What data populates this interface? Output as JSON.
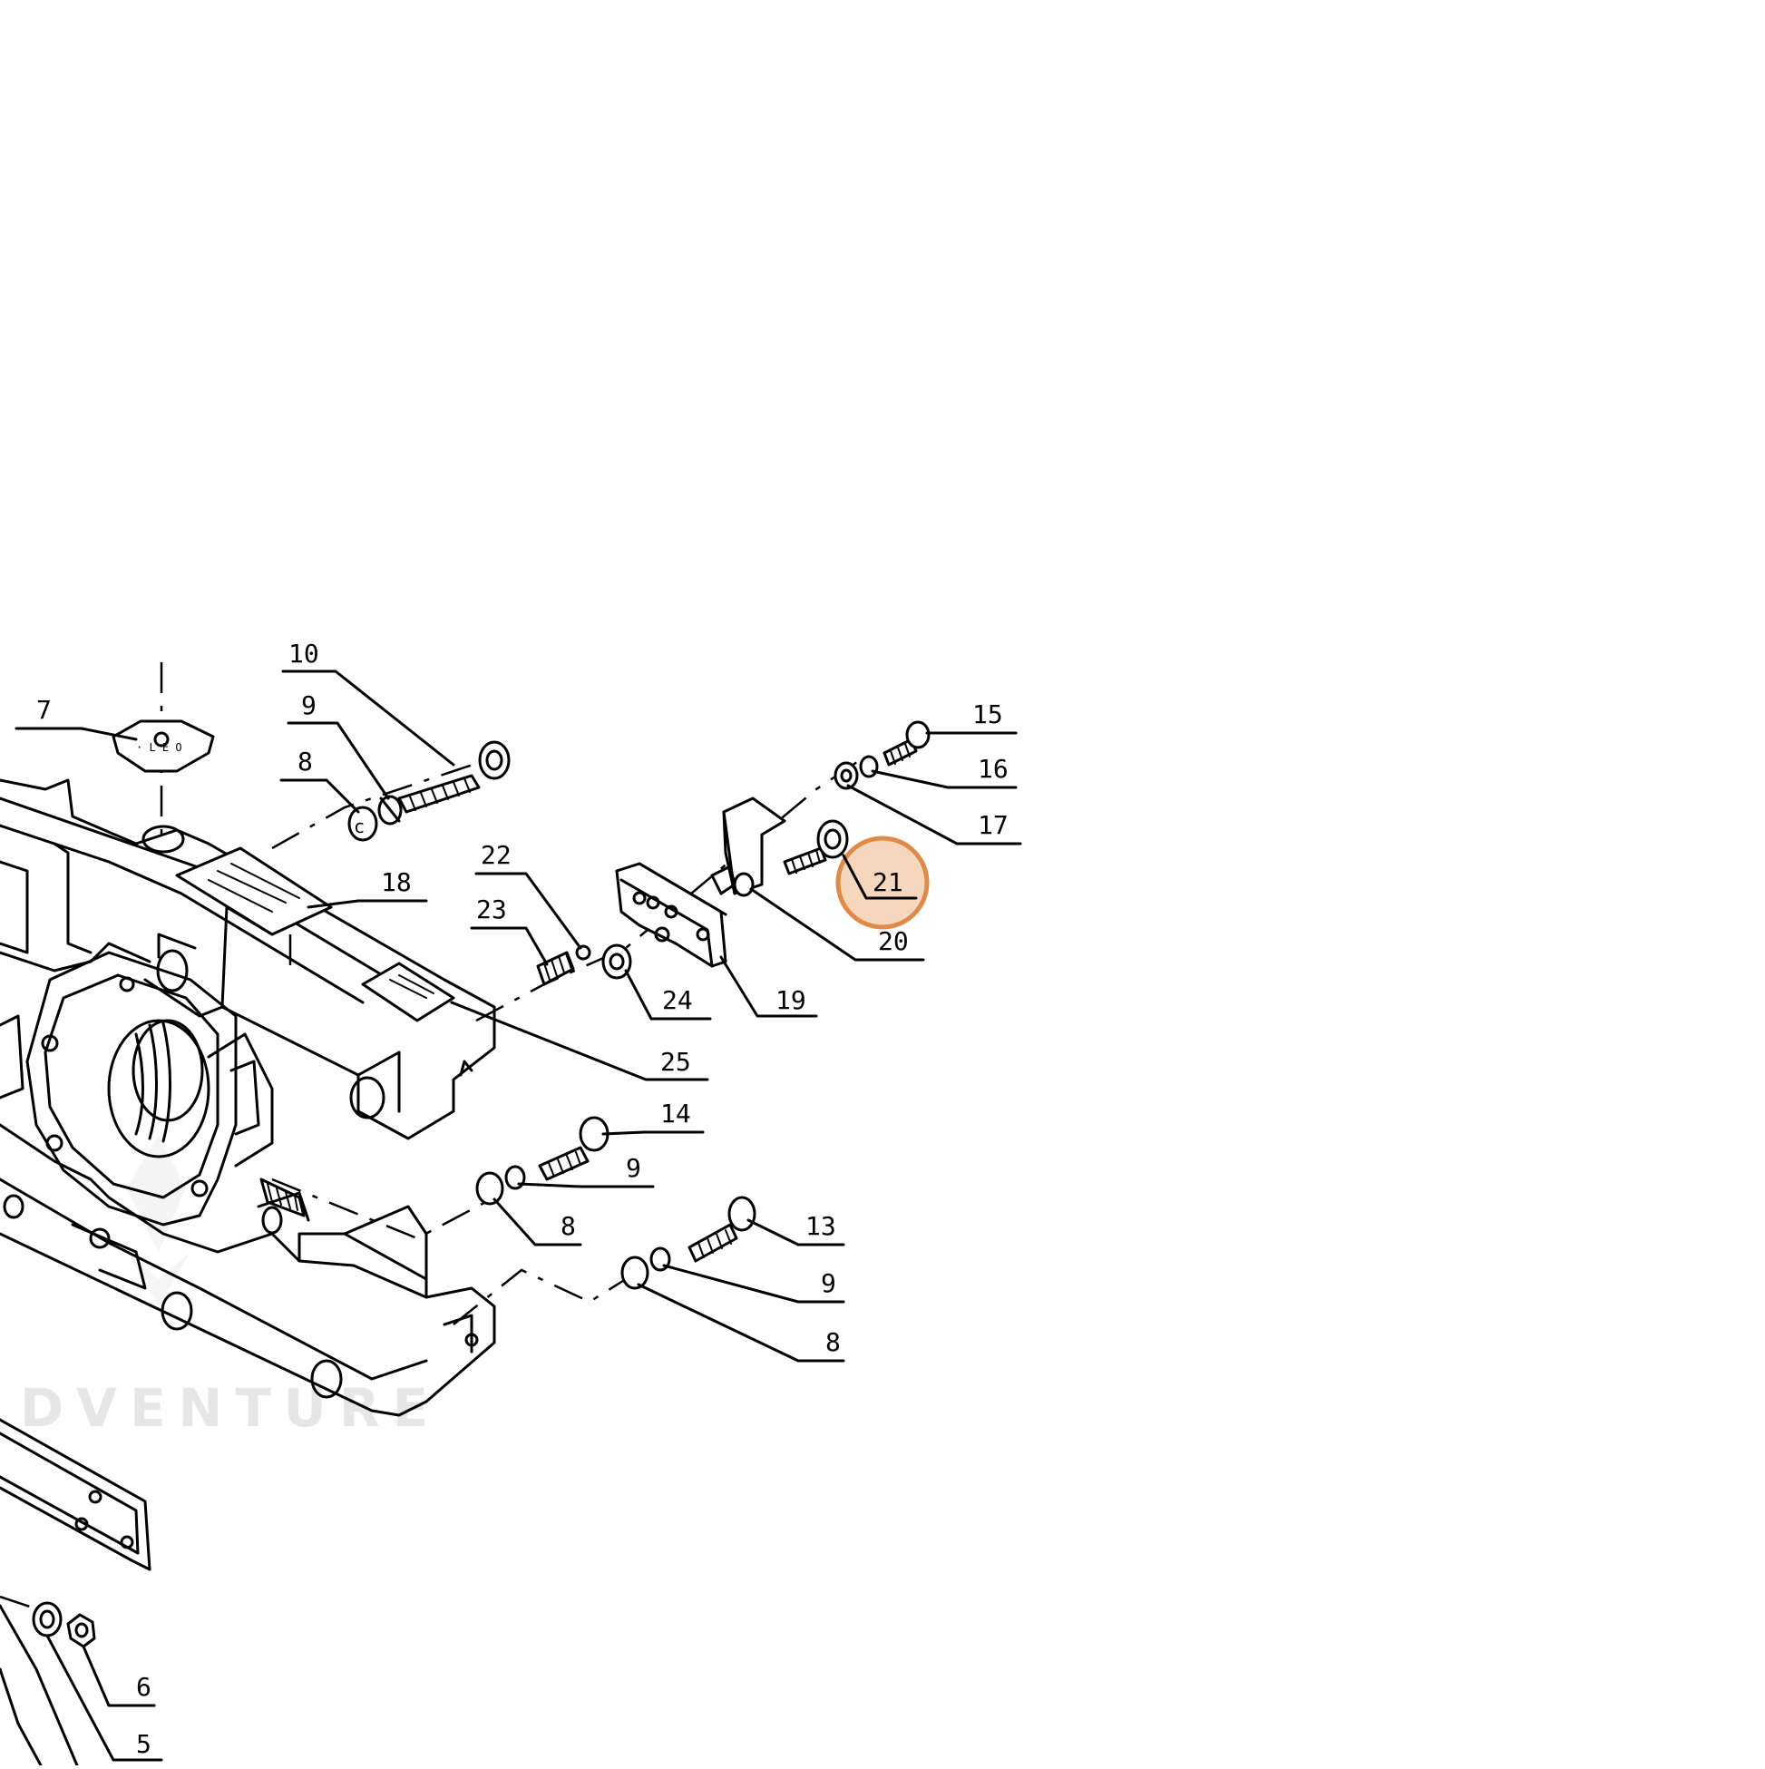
{
  "diagram": {
    "watermark": "DVENTURE",
    "highlight_color": "#e08a4a",
    "callouts": [
      {
        "id": "c7",
        "text": "7"
      },
      {
        "id": "c10",
        "text": "10"
      },
      {
        "id": "c9a",
        "text": "9"
      },
      {
        "id": "c8a",
        "text": "8"
      },
      {
        "id": "c18",
        "text": "18"
      },
      {
        "id": "c22",
        "text": "22"
      },
      {
        "id": "c23",
        "text": "23"
      },
      {
        "id": "c24",
        "text": "24"
      },
      {
        "id": "c19",
        "text": "19"
      },
      {
        "id": "c25",
        "text": "25"
      },
      {
        "id": "c15",
        "text": "15"
      },
      {
        "id": "c16",
        "text": "16"
      },
      {
        "id": "c17",
        "text": "17"
      },
      {
        "id": "c21",
        "text": "21"
      },
      {
        "id": "c20",
        "text": "20"
      },
      {
        "id": "c14",
        "text": "14"
      },
      {
        "id": "c9b",
        "text": "9"
      },
      {
        "id": "c8b",
        "text": "8"
      },
      {
        "id": "c13",
        "text": "13"
      },
      {
        "id": "c9c",
        "text": "9"
      },
      {
        "id": "c8c",
        "text": "8"
      },
      {
        "id": "c6",
        "text": "6"
      },
      {
        "id": "c5",
        "text": "5"
      }
    ]
  }
}
